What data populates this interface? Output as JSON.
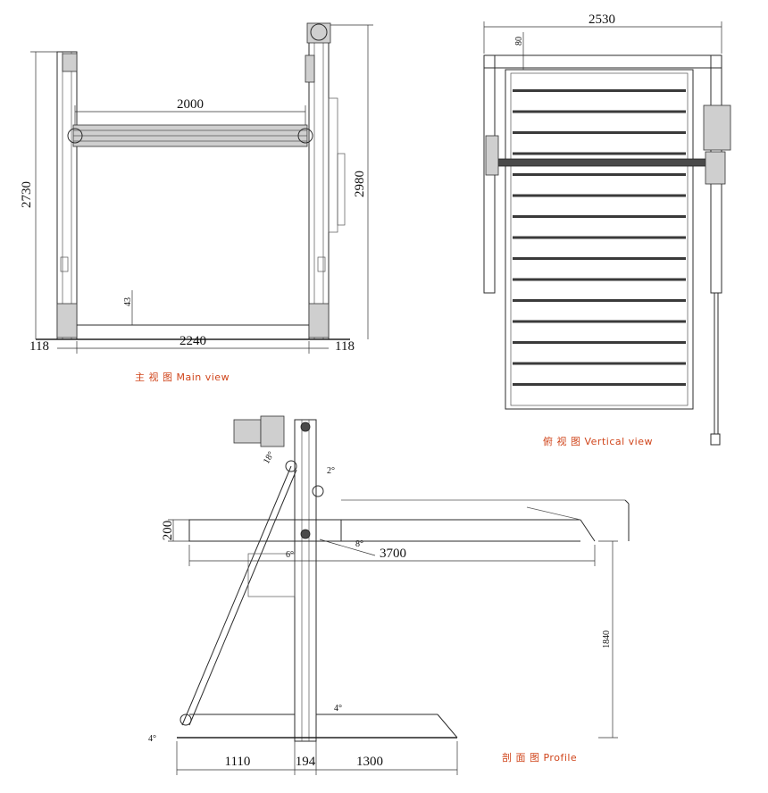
{
  "captions": {
    "main": "主 视 图   Main view",
    "vertical": "俯 视 图   Vertical view",
    "profile": "剖 面 图   Profile"
  },
  "main_view": {
    "platform_width": "2000",
    "column_height": "2730",
    "total_height": "2980",
    "clearance": "43",
    "inner_width": "2240",
    "left_offset": "118",
    "right_offset": "118"
  },
  "vertical_view": {
    "overall_width": "2530",
    "top_margin": "80"
  },
  "profile": {
    "platform_thickness": "200",
    "platform_length": "3700",
    "lift_height": "1840",
    "back_length": "1110",
    "column_width": "194",
    "front_length": "1300",
    "angle_18": "18°",
    "angle_2": "2°",
    "angle_8": "8°",
    "angle_6": "6°",
    "angle_4_left": "4°",
    "angle_4_right": "4°"
  },
  "colors": {
    "caption": "#d0451b",
    "line": "#2b2b2b"
  }
}
